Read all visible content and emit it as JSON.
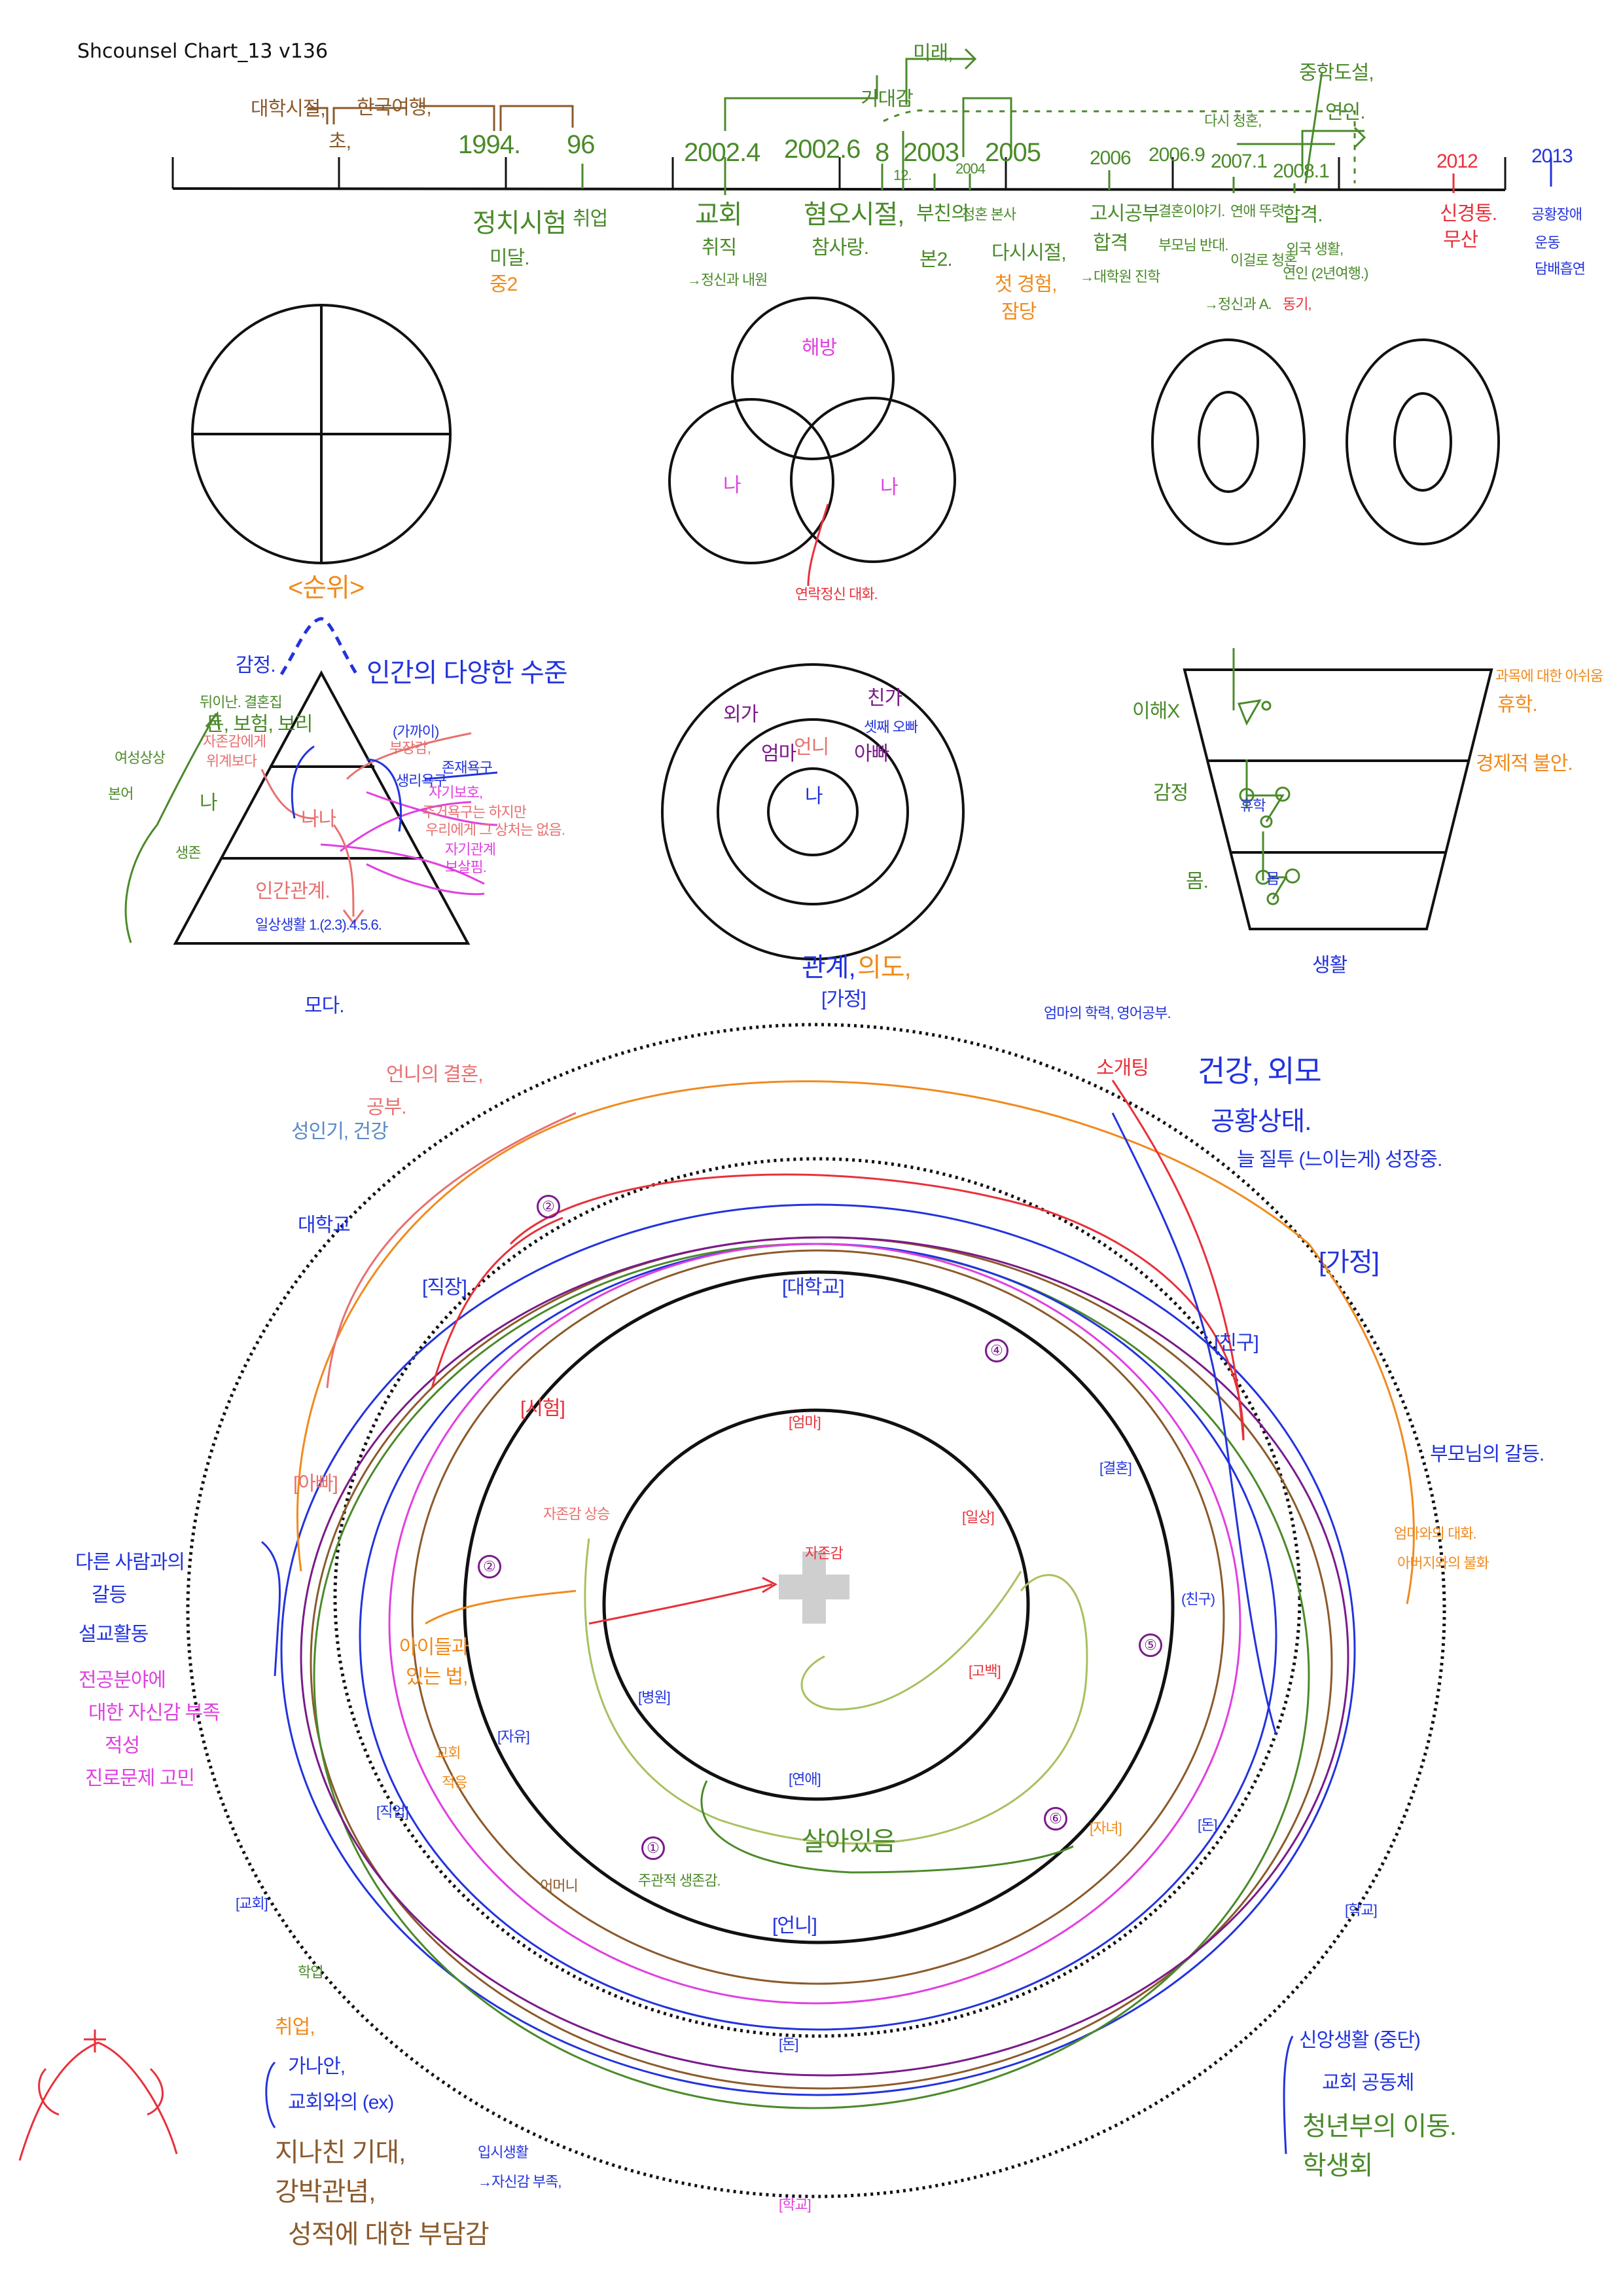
{
  "title": "Shcounsel Chart_13 v136",
  "colors": {
    "green": "#4a8a2a",
    "brown": "#8b5a2b",
    "orange": "#f08a1c",
    "blue": "#2233dd",
    "red": "#e8303a",
    "magenta": "#e040e0",
    "purple": "#7a1a8a"
  },
  "timeline": {
    "above": {
      "college": "대학시절,",
      "travel": "한국여행,",
      "early": "초,",
      "future": "미래,",
      "expect": "기대감",
      "repropose": "다시 청혼,",
      "midschool": "중학도설,",
      "lover": "연인."
    },
    "years": {
      "y1994": "1994.",
      "y96": "96",
      "y2002_4": "2002.4",
      "y2002_6": "2002.6",
      "y8": "8",
      "y12": "12.",
      "y2003": "2003",
      "y2004": "2004",
      "y2005": "2005",
      "y2006": "2006",
      "y2006_9": "2006.9",
      "y2007_1": "2007.1",
      "y2008_1": "2008.1",
      "y2012": "2012",
      "y2013": "2013"
    },
    "below": {
      "exam": "정치시험",
      "fail": "미달.",
      "mid2": "중2",
      "job": "취업",
      "church": "교회",
      "employ": "취직",
      "psych": "→정신과 내원",
      "hate": "혐오시절,",
      "love": "참사랑.",
      "father": "부친의",
      "bon2": "본2.",
      "engage": "정혼 본사",
      "again": "다시시절,",
      "first": "첫 경험,",
      "jamdang": "잠당",
      "gosi": "고시공부",
      "pass1": "합격",
      "grad": "→대학원 진학",
      "marriage": "결혼이야기.",
      "parents": "부모님 반대.",
      "dating": "연애 뚜렷",
      "propose": "이걸로 청혼",
      "psychA": "→정신과 A.",
      "pass2": "합격.",
      "abroad": "외국 생활,",
      "lover2": "연인 (2년여행.)",
      "peer": "동기,",
      "neuralgia": "신경통.",
      "cancel": "무산",
      "panic": "공황장애",
      "exercise": "운동",
      "smoke": "담배흡연"
    }
  },
  "venn": {
    "top": "해방",
    "left": "나",
    "right": "나",
    "caption": "연락정신 대화."
  },
  "pyramid": {
    "rank": "<순위>",
    "emotion": "감정.",
    "levels": "인간의 다양한 수준",
    "g1": "뒤이난. 결혼집",
    "g2": "돈, 보험, 보리",
    "woman": "여성상상",
    "bono": "본어",
    "me": "나",
    "survive": "생존",
    "r1": "자존감에게",
    "r2": "위계보다",
    "nana": "나나",
    "relation": "인간관계.",
    "daily": "일상생활 1.(2.3).4.5.6.",
    "near": "(가까이)",
    "exist": "존재욕구",
    "physio": "생리욕구",
    "selfprotect": "자기보호,",
    "burden": "부장감,",
    "need1": "주거욕구는 하지만",
    "need2": "우리에게 그 상처는 없음.",
    "selfrel": "자기관계",
    "care": "보살핌.",
    "caption": "모다."
  },
  "target": {
    "maternal": "외가",
    "paternal": "친가",
    "mom": "엄마",
    "sister": "언니",
    "dad": "아빠",
    "brother": "셋째 오빠",
    "me": "나",
    "caption1": "관계,",
    "caption2": "의도,",
    "family": "[가정]"
  },
  "funnel": {
    "understand": "이해X",
    "emotion": "감정",
    "body": "몸.",
    "right1": "과목에 대한 아쉬움",
    "right2": "휴학.",
    "right3": "경제적 불안.",
    "leave": "휴학",
    "body2": "몸",
    "caption": "생활"
  },
  "big": {
    "top1": "엄마의 학력, 영어공부.",
    "blind": "소개팅",
    "health": "건강, 외모",
    "panic": "공황상태.",
    "jealous": "늘 질투 (느이는게) 성장중.",
    "home": "[가정]",
    "friend": "[친구]",
    "parentconf": "부모님의 갈등.",
    "momtalk": "엄마와의 대화.",
    "dadconf": "아버지와의 불화",
    "sismarry": "언니의 결혼,",
    "study": "공부.",
    "adult": "성인기, 건강",
    "univ": "대학교",
    "job": "[직장]",
    "c2a": "②",
    "c4": "④",
    "c5": "⑤",
    "c6": "⑥",
    "c1": "①",
    "c2b": "②",
    "univ2": "[대학교]",
    "exam": "[시험]",
    "mom": "[엄마]",
    "marry": "[결혼]",
    "daily": "[일상]",
    "confess": "[고백]",
    "kids": "[자녀]",
    "friend2": "(친구)",
    "hospital": "[병원]",
    "dating": "[연애]",
    "free": "[자유]",
    "occupation": "[직업]",
    "school": "[학교]",
    "money": "[돈]",
    "money2": "[돈]",
    "school2": "[학교]",
    "alive": "살아있음",
    "subjective": "주관적 생존감.",
    "mother": "어머니",
    "self": "자존감 상승",
    "center": "자존감",
    "sister2": "[언니]",
    "father": "[아빠]",
    "church": "[교회]",
    "kidsways1": "아이들과",
    "kidsways2": "있는 법,",
    "churchfit1": "교회",
    "churchfit2": "적응"
  },
  "left": {
    "conf1": "다른 사람과의",
    "conf2": "갈등",
    "preach": "설교활동",
    "major1": "전공분야에",
    "major2": "대한 자신감 부족",
    "major3": "적성",
    "career": "진로문제 고민"
  },
  "bottom": {
    "academic": "학업",
    "employ": "취업,",
    "canaan": "가나안,",
    "churchex": "교회와의 (ex)",
    "expect": "지나친 기대,",
    "obsess": "강박관념,",
    "grade": "성적에 대한 부담감",
    "exam": "입시생활",
    "conf": "→자신감 부족,"
  },
  "right": {
    "faith": "신앙생활 (중단)",
    "community": "교회 공동체",
    "youth": "청년부의 이동.",
    "student": "학생회"
  }
}
